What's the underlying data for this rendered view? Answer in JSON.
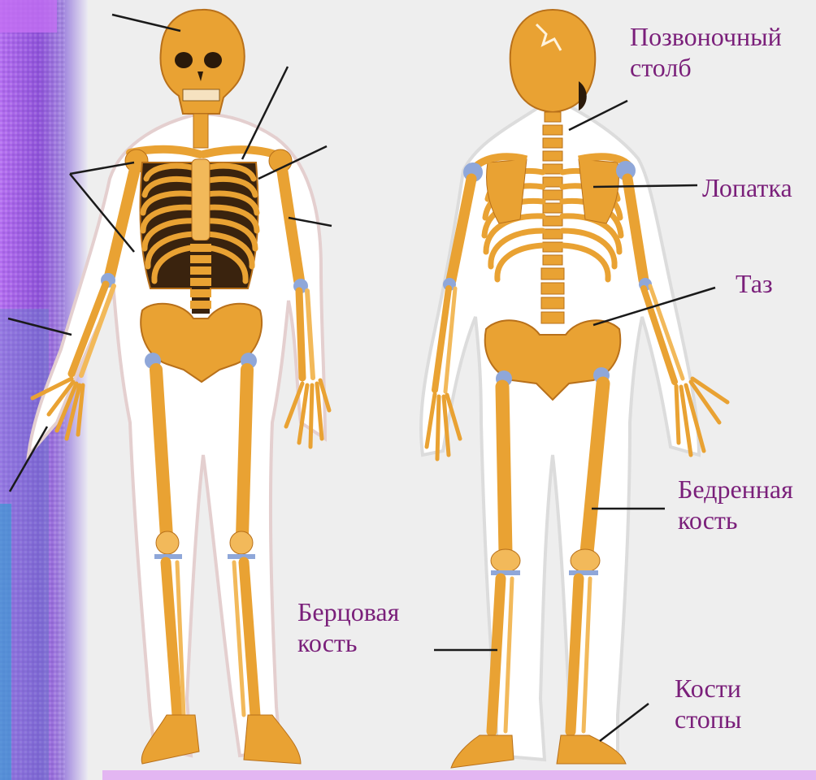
{
  "labels": {
    "spine": [
      "Позвоночный",
      "столб"
    ],
    "scapula": [
      "Лопатка"
    ],
    "pelvis": [
      "Таз"
    ],
    "femur": [
      "Бедренная",
      "кость"
    ],
    "tibia": [
      "Берцовая",
      "кость"
    ],
    "foot_bones": [
      "Кости",
      "стопы"
    ]
  },
  "colors": {
    "label_text": "#7a1f7a",
    "bone": "#e9a233",
    "bone_light": "#f2b95a",
    "bone_outline": "#b8701a",
    "joint": "#8fa7d9",
    "body_outline": "#ffffff",
    "accent_bar": "#e3b6f2",
    "strip_purple": "#9b4fd6"
  },
  "icons": [
    "skeleton-front-figure",
    "skeleton-back-figure",
    "decorative-fabric-strip"
  ]
}
